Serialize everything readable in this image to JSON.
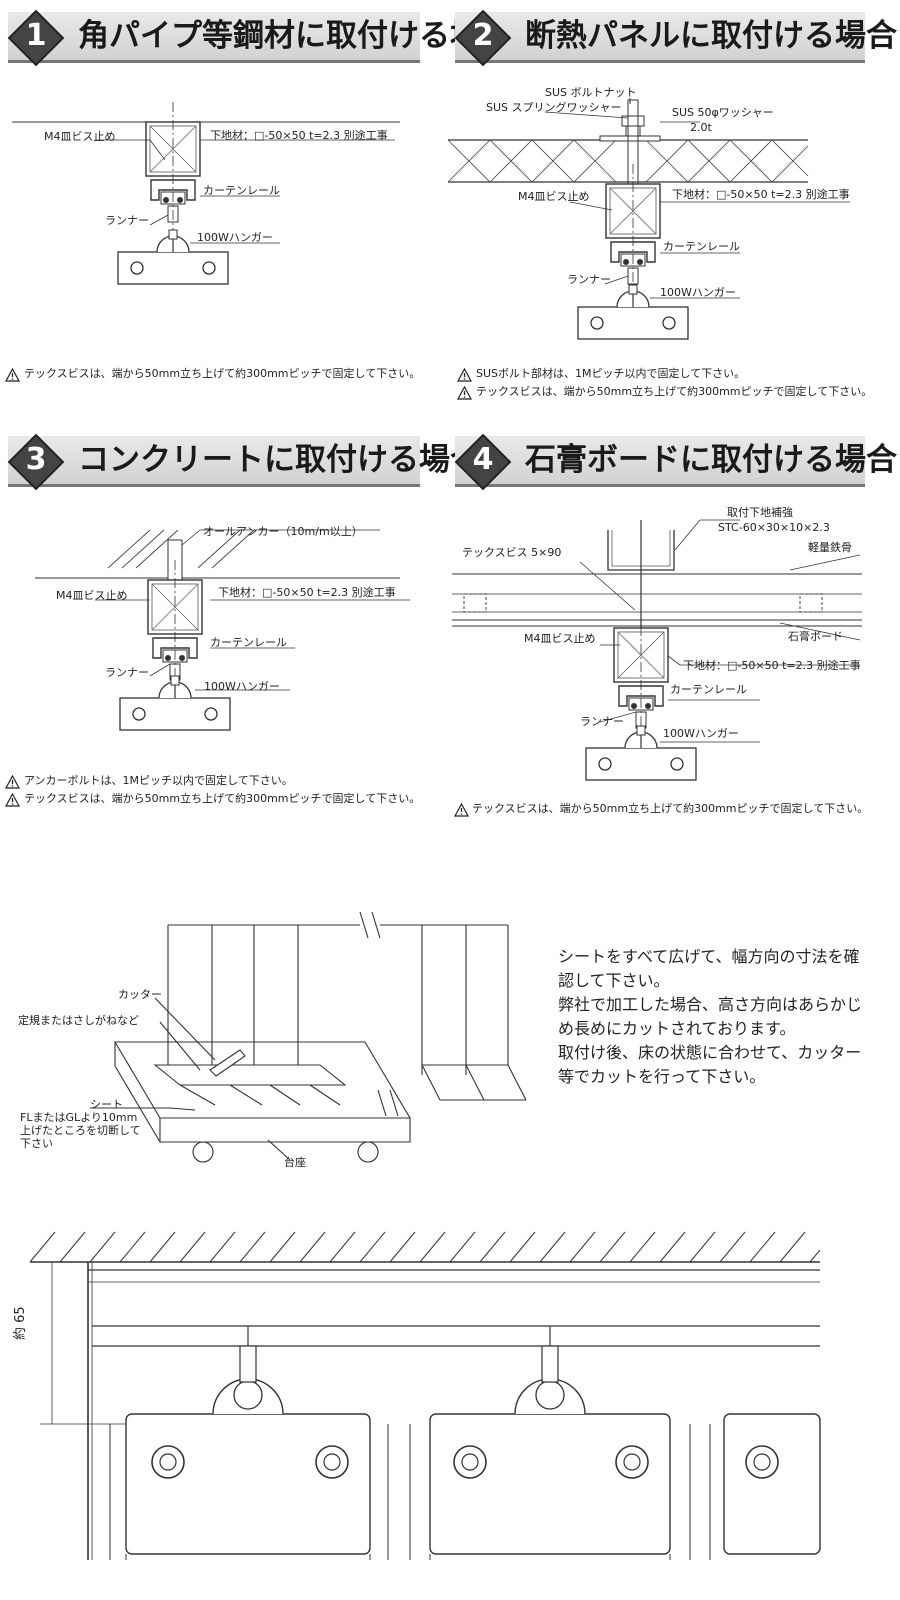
{
  "sections": [
    {
      "num": "1",
      "title": "角パイプ等鋼材に取付ける場合",
      "labels": {
        "screw": "M4皿ビス止め",
        "base": "下地材：□-50×50 t=2.3 別途工事",
        "rail": "カーテンレール",
        "runner": "ランナー",
        "hanger": "100Wハンガー"
      },
      "notes": [
        "テックスビスは、端から50mm立ち上げて約300mmピッチで固定して下さい。"
      ]
    },
    {
      "num": "2",
      "title": "断熱パネルに取付ける場合",
      "labels": {
        "nut": "SUS ボルトナット",
        "spring": "SUS スプリングワッシャー",
        "washer": "SUS 50φワッシャー",
        "washer_t": "2.0t",
        "screw": "M4皿ビス止め",
        "base": "下地材：□-50×50 t=2.3 別途工事",
        "rail": "カーテンレール",
        "runner": "ランナー",
        "hanger": "100Wハンガー"
      },
      "notes": [
        "SUSボルト部材は、1Mピッチ以内で固定して下さい。",
        "テックスビスは、端から50mm立ち上げて約300mmピッチで固定して下さい。"
      ]
    },
    {
      "num": "3",
      "title": "コンクリートに取付ける場合",
      "labels": {
        "anchor": "オールアンカー（10m/m以上）",
        "screw": "M4皿ビス止め",
        "base": "下地材：□-50×50 t=2.3 別途工事",
        "rail": "カーテンレール",
        "runner": "ランナー",
        "hanger": "100Wハンガー"
      },
      "notes": [
        "アンカーボルトは、1Mピッチ以内で固定して下さい。",
        "テックスビスは、端から50mm立ち上げて約300mmピッチで固定して下さい。"
      ]
    },
    {
      "num": "4",
      "title": "石膏ボードに取付ける場合",
      "labels": {
        "reinforce": "取付下地補強",
        "reinforce_spec": "STC-60×30×10×2.3",
        "steel": "軽量鉄骨",
        "tex": "テックスビス 5×90",
        "board": "石膏ボード",
        "screw": "M4皿ビス止め",
        "base": "下地材：□-50×50 t=2.3 別途工事",
        "rail": "カーテンレール",
        "runner": "ランナー",
        "hanger": "100Wハンガー"
      },
      "notes": [
        "テックスビスは、端から50mm立ち上げて約300mmピッチで固定して下さい。"
      ]
    }
  ],
  "cutting": {
    "labels": {
      "cutter": "カッター",
      "ruler": "定規またはさしがねなど",
      "sheet": "シート",
      "cut_line": [
        "FLまたはGLより10mm",
        "上げたところを切断して",
        "下さい"
      ],
      "base": "台座"
    },
    "paragraph": [
      "シートをすべて広げて、幅方向の寸法を確",
      "認して下さい。",
      "弊社で加工した場合、高さ方向はあらかじ",
      "め長めにカットされております。",
      "取付け後、床の状態に合わせて、カッター",
      "等でカットを行って下さい。"
    ]
  },
  "rail_detail": {
    "dimension": "約 65"
  }
}
